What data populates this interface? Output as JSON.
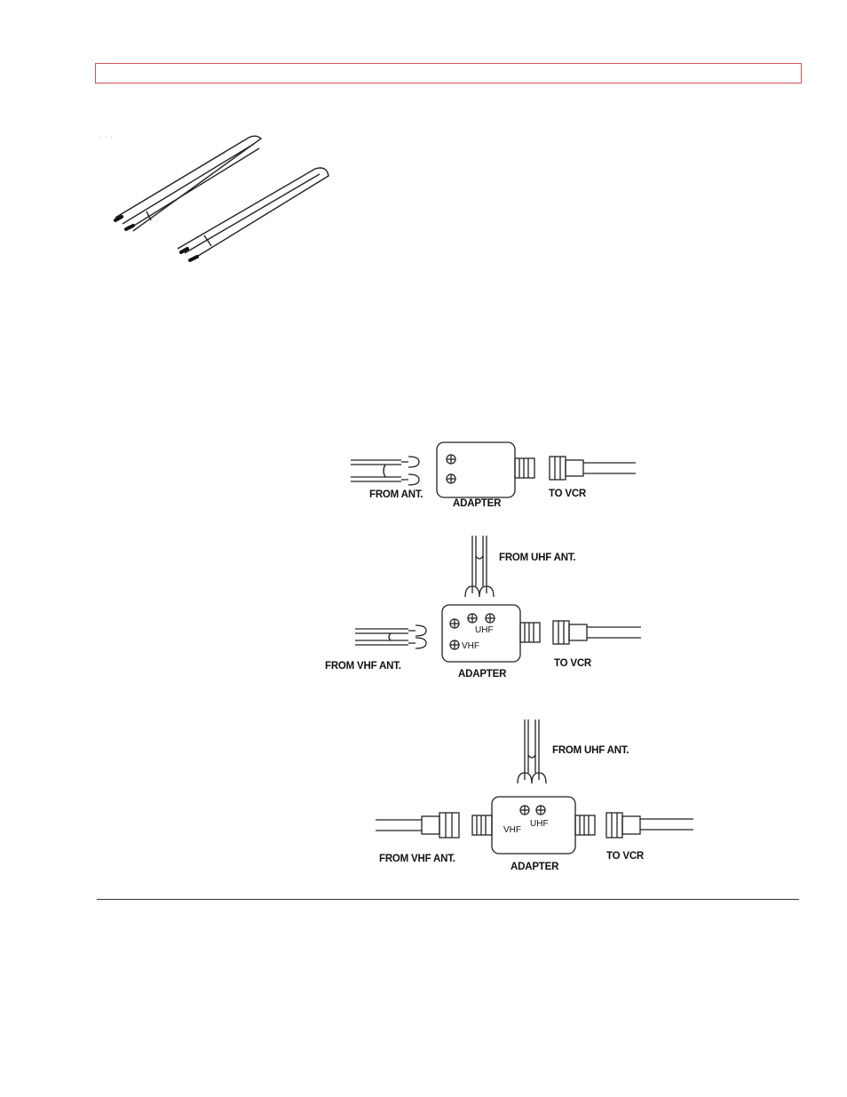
{
  "diagram1": {
    "from_label": "FROM ANT.",
    "adapter_label": "ADAPTER",
    "to_label": "TO VCR"
  },
  "diagram2": {
    "uhf_label": "FROM UHF ANT.",
    "vhf_label": "FROM VHF ANT.",
    "adapter_label": "ADAPTER",
    "to_label": "TO VCR",
    "uhf_terminal": "UHF",
    "vhf_terminal": "VHF"
  },
  "diagram3": {
    "uhf_label": "FROM UHF ANT.",
    "vhf_label": "FROM VHF ANT.",
    "adapter_label": "ADAPTER",
    "to_label": "TO VCR",
    "uhf_terminal": "UHF",
    "vhf_terminal": "VHF"
  }
}
